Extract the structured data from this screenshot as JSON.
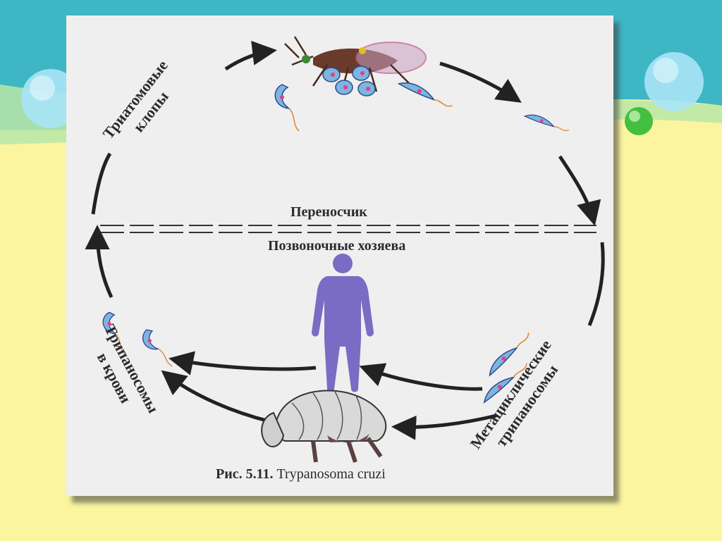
{
  "diagram": {
    "divider_upper": "Переносчик",
    "divider_lower": "Позвоночные хозяева",
    "vector_label": [
      "Триатомовые",
      "клопы"
    ],
    "blood_label": [
      "Трипаносомы",
      "в крови"
    ],
    "metacyclic_label": [
      "Метациклические",
      "трипаносомы"
    ],
    "caption_prefix": "Рис. 5.11.",
    "caption_title": "Trypanosoma cruzi"
  },
  "colors": {
    "slide_teal": "#3fb6c4",
    "slide_yellow": "#fbf5a0",
    "figure_bg": "#efefef",
    "arrow": "#222222",
    "human": "#7a6cc4",
    "parasite_body": "#7db5e0",
    "parasite_flagellum": "#e08a3a",
    "nucleus": "#e0408a"
  },
  "icons": [
    "triatomine-bug-icon",
    "human-silhouette-icon",
    "armadillo-icon",
    "trypanosome-icon",
    "decorative-bubble-icon"
  ]
}
